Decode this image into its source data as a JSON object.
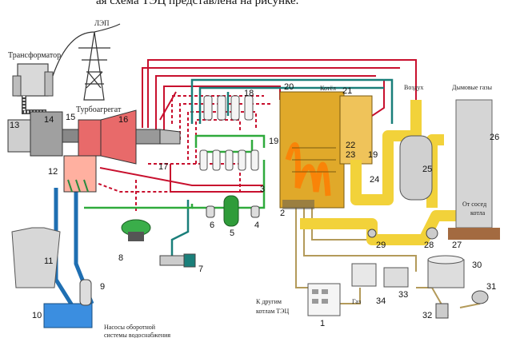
{
  "caption": "ая схема ТЭЦ представлена на рисунке.",
  "labels": {
    "transformer": "Трансформатор",
    "lep": "ЛЭП",
    "turbine": "Турбоагрегат",
    "boiler": "Котёл",
    "air": "Воздух",
    "flue_gas": "Дымовые газы",
    "from_smoke": "От сосед",
    "to_smoke": "котла",
    "gas": "Газ",
    "to_boilers": "К другим",
    "to_boilers2": "котлам ТЭЦ",
    "pump_bottom": "Насосы оборотной",
    "pump_bottom2": "системы водоснабжения"
  },
  "numbers": [
    "1",
    "2",
    "3",
    "4",
    "5",
    "6",
    "7",
    "8",
    "9",
    "10",
    "11",
    "12",
    "13",
    "14",
    "15",
    "16",
    "17",
    "18",
    "19",
    "20",
    "21",
    "22",
    "23",
    "24",
    "25",
    "26",
    "27",
    "28",
    "29",
    "30",
    "31",
    "32",
    "33",
    "34",
    "19"
  ],
  "colors": {
    "red_pipe": "#c8102e",
    "blue_pipe": "#1f6fb2",
    "teal_pipe": "#1a7f7a",
    "green_pipe": "#2faa3c",
    "yellow_duct": "#f2d23a",
    "boiler_fill": "#e0a92a",
    "tan_pipe": "#b39a5a"
  }
}
